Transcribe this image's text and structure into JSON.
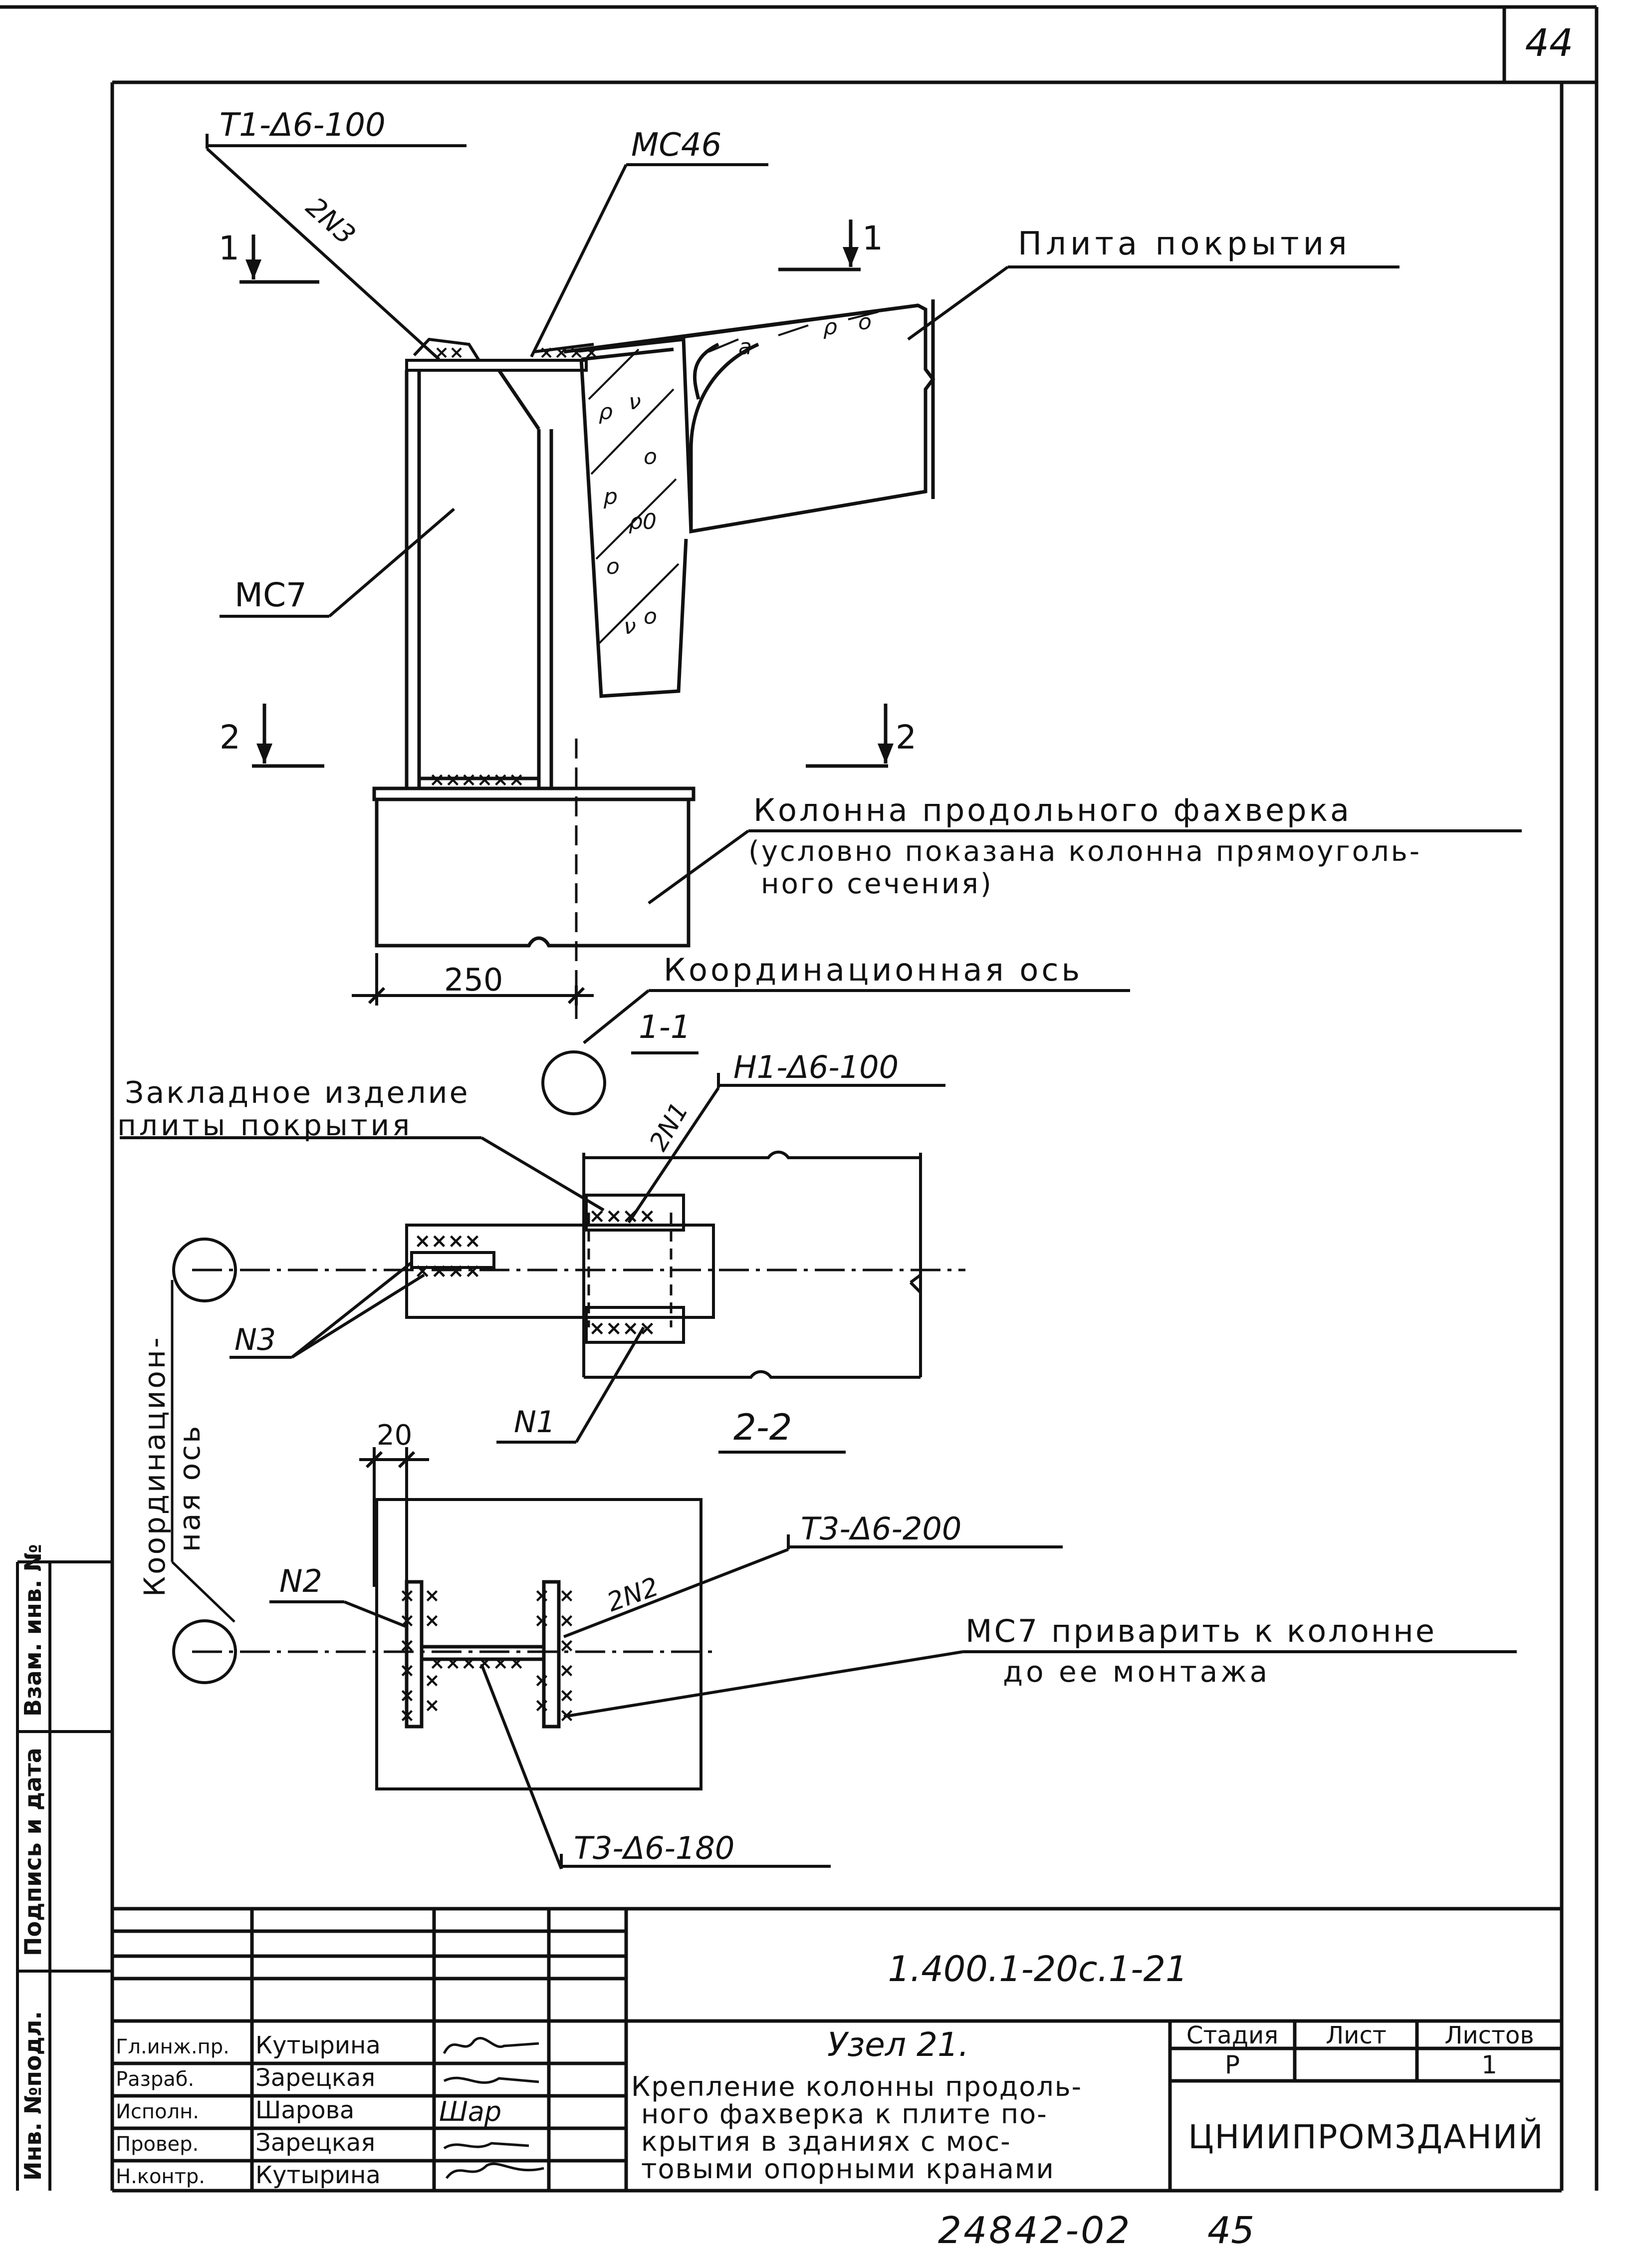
{
  "sheet": {
    "page_number": "44",
    "bottom_code": "24842-02",
    "bottom_page": "45"
  },
  "elevation": {
    "leader_t1": "Т1-Δ6-100",
    "leader_mc46": "МС46",
    "weld_2n3": "2N3",
    "section_1_left": "1",
    "section_1_right": "1",
    "slab_label": "Плита покрытия",
    "mc7_label": "МС7",
    "section_2_left": "2",
    "section_2_right": "2",
    "column_label_1": "Колонна продольного фахверка",
    "column_label_2": "(условно показана колонна прямоуголь-",
    "column_label_3": "ного сечения)",
    "dim_250": "250",
    "coord_axis": "Координационная ось"
  },
  "section_11": {
    "title": "1-1",
    "embed_label_1": "Закладное изделие",
    "embed_label_2": "плиты покрытия",
    "leader_h1": "Н1-Δ6-100",
    "weld_2n1": "2N1",
    "weld_n3": "N3",
    "weld_n1": "N1",
    "axis_label_1": "Координацион-",
    "axis_label_2": "ная ось"
  },
  "section_22": {
    "title": "2-2",
    "dim_20": "20",
    "weld_n2": "N2",
    "weld_2n2": "2N2",
    "leader_t3_200": "Т3-Δ6-200",
    "leader_t3_180": "Т3-Δ6-180",
    "note_1": "МС7 приварить к колонне",
    "note_2": "до ее монтажа"
  },
  "side_stamp": {
    "inv_orig": "Инв. №подл.",
    "sign_date": "Подпись и дата",
    "inv_repl": "Взам. инв. №"
  },
  "title_block": {
    "doc_code": "1.400.1-20с.1-21",
    "node_title": "Узел 21.",
    "desc_1": "Крепление колонны продоль-",
    "desc_2": "ного фахверка к плите по-",
    "desc_3": "крытия в зданиях с мос-",
    "desc_4": "товыми опорными кранами",
    "stage_header": "Стадия",
    "sheet_header": "Лист",
    "sheets_header": "Листов",
    "stage_value": "Р",
    "sheets_value": "1",
    "org": "ЦНИИПРОМЗДАНИЙ",
    "roles": [
      "Гл.инж.пр.",
      "Разраб.",
      "Исполн.",
      "Провер.",
      "Н.контр."
    ],
    "names": [
      "Кутырина",
      "Зарецкая",
      "Шарова",
      "Зарецкая",
      "Кутырина"
    ],
    "sign_3": "Шар"
  }
}
